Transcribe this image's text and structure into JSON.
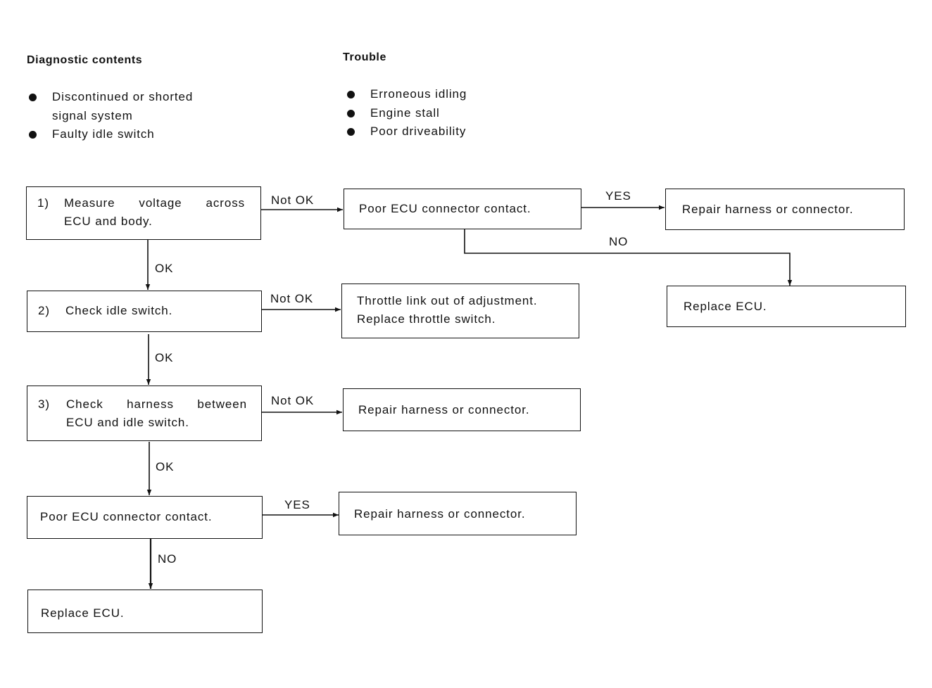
{
  "diagnostic": {
    "heading": "Diagnostic contents",
    "items": [
      {
        "line1": "Discontinued or shorted",
        "line2": "signal system"
      },
      {
        "line1": "Faulty idle switch",
        "line2": ""
      }
    ]
  },
  "trouble": {
    "heading": "Trouble",
    "items": [
      "Erroneous idling",
      "Engine stall",
      "Poor driveability"
    ]
  },
  "steps": {
    "s1": {
      "num": "1)",
      "line1": "Measure voltage across",
      "line2": "ECU and body."
    },
    "s2": {
      "num": "2)",
      "text": "Check idle switch."
    },
    "s3": {
      "num": "3)",
      "line1": "Check harness between",
      "line2": "ECU and idle switch."
    },
    "s4": {
      "text": "Poor ECU connector contact."
    },
    "s5": {
      "text": "Replace ECU."
    }
  },
  "results": {
    "r1": {
      "text": "Poor ECU connector contact."
    },
    "r2": {
      "text": "Repair harness or connector."
    },
    "r3": {
      "text": "Replace ECU."
    },
    "r4": {
      "line1": "Throttle link out of adjustment.",
      "line2": "Replace throttle switch."
    },
    "r5": {
      "text": "Repair harness or connector."
    },
    "r6": {
      "text": "Repair harness or connector."
    }
  },
  "labels": {
    "not_ok": "Not OK",
    "ok": "OK",
    "yes": "YES",
    "no": "NO"
  }
}
